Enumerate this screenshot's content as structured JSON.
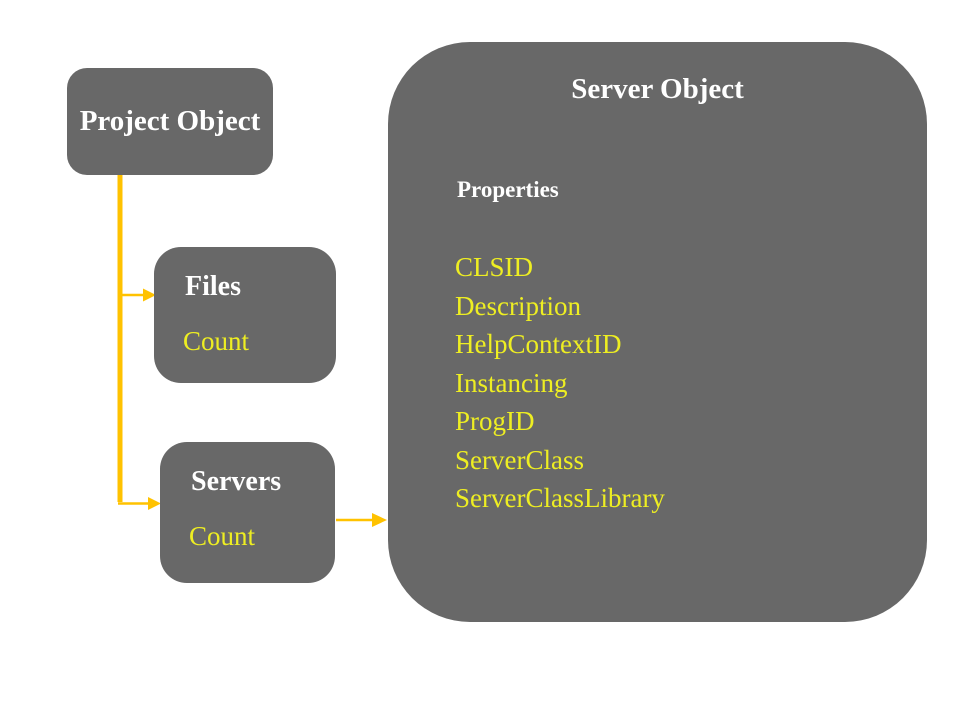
{
  "colors": {
    "box_gray": "#686868",
    "title_white": "#ffffff",
    "accent_yellow": "#eeee22",
    "connector_gold": "#ffc200",
    "background": "#ffffff"
  },
  "boxes": {
    "project": {
      "title": "Project Object"
    },
    "files": {
      "title": "Files",
      "property": "Count"
    },
    "servers": {
      "title": "Servers",
      "property": "Count"
    },
    "server": {
      "title": "Server Object",
      "section_label": "Properties",
      "properties": [
        "CLSID",
        "Description",
        "HelpContextID",
        "Instancing",
        "ProgID",
        "ServerClass",
        "ServerClassLibrary"
      ]
    }
  },
  "connectors": [
    {
      "from": "Project Object",
      "to": "Files"
    },
    {
      "from": "Project Object",
      "to": "Servers"
    },
    {
      "from": "Servers",
      "to": "Server Object"
    }
  ]
}
